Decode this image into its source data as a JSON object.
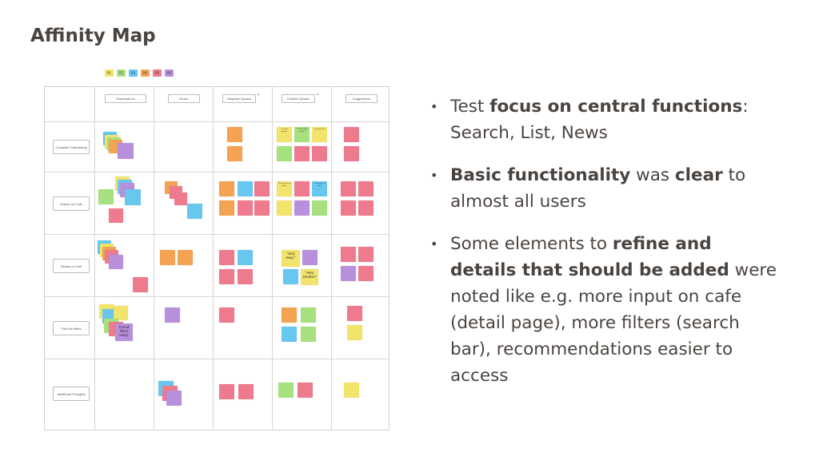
{
  "slide": {
    "title": "Affinity Map"
  },
  "legend": [
    {
      "label": "P1",
      "color": "#f2e46b"
    },
    {
      "label": "P2",
      "color": "#a7e07f"
    },
    {
      "label": "P3",
      "color": "#67c7ef"
    },
    {
      "label": "P4",
      "color": "#f3a352"
    },
    {
      "label": "P5",
      "color": "#ee7a8d"
    },
    {
      "label": "P6",
      "color": "#b88fdb"
    }
  ],
  "columns": [
    "Observations",
    "Errors",
    "Negative Quotes",
    "Positive Quotes",
    "Suggestions"
  ],
  "rows": [
    "Complete Onboarding",
    "Search for Cafe",
    "Review a Cafe",
    "Find the filters",
    "Additional Thoughts"
  ],
  "sticky_quotes": {
    "its_very_intuitive": "\"It's very intuitive.\"",
    "i_like_the_slide_screens": "\"I like the slide screens.\"",
    "its_very_clear": "\"It's very clear\"",
    "the_map_view_is_good": "\"The map view is good\"",
    "the_search_is_clear": "\"The search is clear\"",
    "very_easy": "\"Very easy.\"",
    "very_intuitive": "\"Very intuitive\"",
    "found_filters_easily": "Found filters easily"
  },
  "bullets": [
    {
      "b1": "Test ",
      "b2": "focus on central functions",
      "b3": ": Search, List, News"
    },
    {
      "b1": "Basic functionality",
      "b2": " was ",
      "b3": "clear",
      "b4": " to almost all users"
    },
    {
      "b1": "Some elements to ",
      "b2": "refine and details that should be added",
      "b3": " were noted like e.g. more input on cafe (detail page), more filters (search bar), recommendations easier to access"
    }
  ]
}
